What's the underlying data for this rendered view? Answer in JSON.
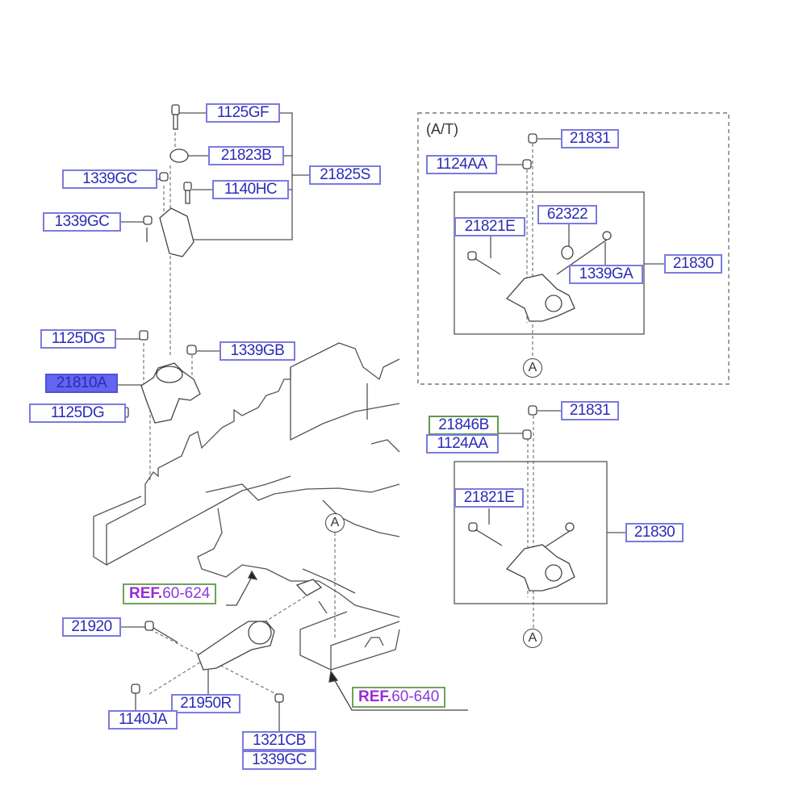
{
  "diagram": {
    "title": "Engine mounting parts diagram",
    "colors": {
      "label_border": "#7b7bdf",
      "label_text": "#2b2bb8",
      "selected_fill": "#6464f0",
      "ref_border": "#6fa35b",
      "ref_text": "#8a3ad8",
      "line": "#555555"
    },
    "upper_bracket": {
      "parts": [
        "1125GF",
        "21823B",
        "1339GC",
        "1140HC",
        "1339GC"
      ],
      "assembly": "21825S"
    },
    "engine_mount": {
      "parts": [
        "1125DG",
        "1339GB",
        "21810A",
        "1125DG"
      ],
      "selected": "21810A"
    },
    "at_box": {
      "note": "(A/T)",
      "parts": [
        "21831",
        "1124AA",
        "21821E",
        "62322",
        "1339GA"
      ],
      "assembly": "21830",
      "marker": "A"
    },
    "mt_group": {
      "parts": [
        "21831",
        "21846B",
        "1124AA",
        "21821E"
      ],
      "assembly": "21830",
      "marker": "A"
    },
    "roll_rod": {
      "parts": [
        "21920",
        "21950R",
        "1140JA",
        "1321CB",
        "1339GC"
      ]
    },
    "frame_marker": "A",
    "refs": [
      {
        "prefix": "REF.",
        "value": "60-624"
      },
      {
        "prefix": "REF.",
        "value": "60-640"
      }
    ]
  }
}
